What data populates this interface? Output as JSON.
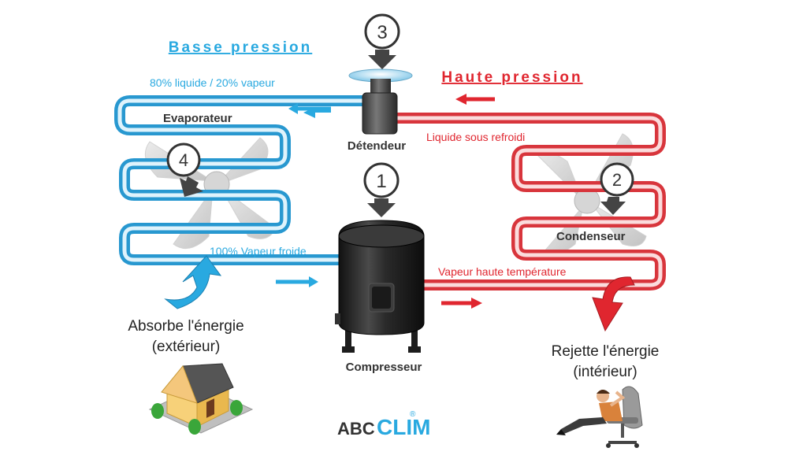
{
  "labels": {
    "low_pressure": "Basse pression",
    "high_pressure": "Haute pression",
    "mix_80_20": "80% liquide / 20% vapeur",
    "evaporator": "Evaporateur",
    "expansion_valve": "Détendeur",
    "subcooled_liquid": "Liquide sous refroidi",
    "condenser": "Condenseur",
    "cold_vapor": "100% Vapeur froide",
    "hot_vapor": "Vapeur haute température",
    "compressor": "Compresseur",
    "absorb_line1": "Absorbe l'énergie",
    "absorb_line2": "(extérieur)",
    "reject_line1": "Rejette l'énergie",
    "reject_line2": "(intérieur)"
  },
  "steps": {
    "s1": "1",
    "s2": "2",
    "s3": "3",
    "s4": "4"
  },
  "logo": {
    "abc": "ABC",
    "clim": "CLIM",
    "mark": "®"
  },
  "colors": {
    "low_pressure": "#29a9e0",
    "high_pressure": "#e0262f",
    "compressor": "#222222"
  }
}
